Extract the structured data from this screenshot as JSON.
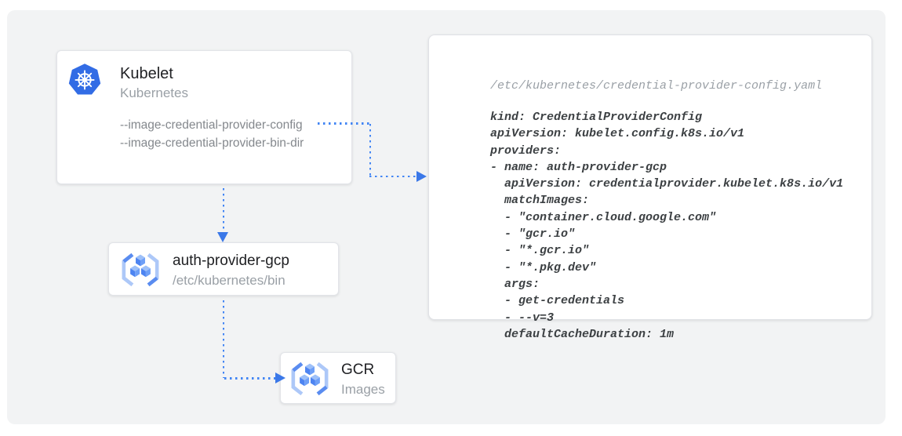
{
  "diagram": {
    "nodes": {
      "kubelet": {
        "title": "Kubelet",
        "subtitle": "Kubernetes",
        "icon": "kubernetes-helm-icon",
        "flags": [
          "--image-credential-provider-config",
          "--image-credential-provider-bin-dir"
        ]
      },
      "auth_provider": {
        "title": "auth-provider-gcp",
        "subtitle": "/etc/kubernetes/bin",
        "icon": "container-registry-icon"
      },
      "gcr": {
        "title": "GCR",
        "subtitle": "Images",
        "icon": "container-registry-icon"
      }
    },
    "code_card": {
      "path_label": "/etc/kubernetes/credential-provider-config.yaml",
      "lines": [
        "kind: CredentialProviderConfig",
        "apiVersion: kubelet.config.k8s.io/v1",
        "providers:",
        "- name: auth-provider-gcp",
        "  apiVersion: credentialprovider.kubelet.k8s.io/v1",
        "  matchImages:",
        "  - \"container.cloud.google.com\"",
        "  - \"gcr.io\"",
        "  - \"*.gcr.io\"",
        "  - \"*.pkg.dev\"",
        "  args:",
        "  - get-credentials",
        "  - --v=3",
        "  defaultCacheDuration: 1m"
      ]
    },
    "edges": [
      {
        "from": "kubelet:--image-credential-provider-config",
        "to": "code_card",
        "style": "dotted-arrow"
      },
      {
        "from": "kubelet",
        "to": "auth_provider",
        "style": "dotted-arrow"
      },
      {
        "from": "auth_provider",
        "to": "gcr",
        "style": "dotted-arrow"
      }
    ],
    "colors": {
      "arrow_dots": "#4285f4",
      "arrow_head": "#3b78e8",
      "kubernetes_blue": "#326ce5",
      "panel_background": "#f2f3f4",
      "card_background": "#ffffff",
      "code_text": "#3c4043",
      "muted_text": "#9aa0a6"
    }
  }
}
